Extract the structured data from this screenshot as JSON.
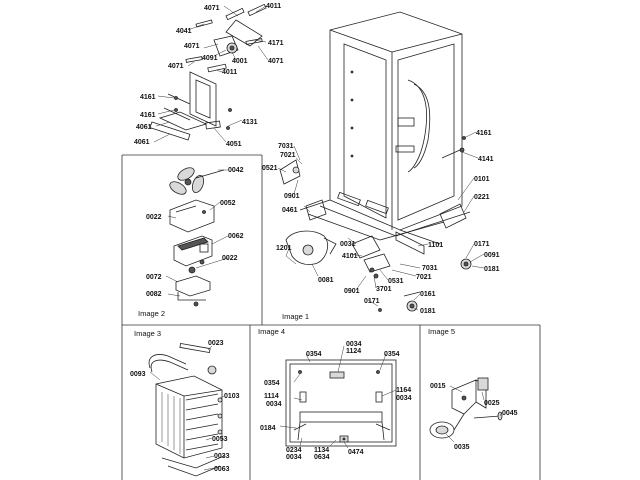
{
  "panels": {
    "image1": "Image 1",
    "image2": "Image 2",
    "image3": "Image 3",
    "image4": "Image 4",
    "image5": "Image 5"
  },
  "callouts": [
    {
      "id": "c4071a",
      "text": "4071"
    },
    {
      "id": "c4011a",
      "text": "4011"
    },
    {
      "id": "c4041",
      "text": "4041"
    },
    {
      "id": "c4171",
      "text": "4171"
    },
    {
      "id": "c4071b",
      "text": "4071"
    },
    {
      "id": "c4091",
      "text": "4091"
    },
    {
      "id": "c4001",
      "text": "4001"
    },
    {
      "id": "c4071c",
      "text": "4071"
    },
    {
      "id": "c4071d",
      "text": "4071"
    },
    {
      "id": "c4011b",
      "text": "4011"
    },
    {
      "id": "c4161a",
      "text": "4161"
    },
    {
      "id": "c4161b",
      "text": "4161"
    },
    {
      "id": "c4131",
      "text": "4131"
    },
    {
      "id": "c4061a",
      "text": "4061"
    },
    {
      "id": "c4061b",
      "text": "4061"
    },
    {
      "id": "c4051",
      "text": "4051"
    },
    {
      "id": "c0042",
      "text": "0042"
    },
    {
      "id": "c0052",
      "text": "0052"
    },
    {
      "id": "c0022a",
      "text": "0022"
    },
    {
      "id": "c0062",
      "text": "0062"
    },
    {
      "id": "c0022b",
      "text": "0022"
    },
    {
      "id": "c0072",
      "text": "0072"
    },
    {
      "id": "c0082",
      "text": "0082"
    },
    {
      "id": "c7031a",
      "text": "7031"
    },
    {
      "id": "c7021a",
      "text": "7021"
    },
    {
      "id": "c0521",
      "text": "0521"
    },
    {
      "id": "c0901a",
      "text": "0901"
    },
    {
      "id": "c0461",
      "text": "0461"
    },
    {
      "id": "c4161c",
      "text": "4161"
    },
    {
      "id": "c4141",
      "text": "4141"
    },
    {
      "id": "c0101",
      "text": "0101"
    },
    {
      "id": "c0221",
      "text": "0221"
    },
    {
      "id": "c1101",
      "text": "1101"
    },
    {
      "id": "c0031",
      "text": "0031"
    },
    {
      "id": "c1201",
      "text": "1201"
    },
    {
      "id": "c4101",
      "text": "4101"
    },
    {
      "id": "c0171a",
      "text": "0171"
    },
    {
      "id": "c0091",
      "text": "0091"
    },
    {
      "id": "c0181a",
      "text": "0181"
    },
    {
      "id": "c7031b",
      "text": "7031"
    },
    {
      "id": "c7021b",
      "text": "7021"
    },
    {
      "id": "c0081",
      "text": "0081"
    },
    {
      "id": "c0531",
      "text": "0531"
    },
    {
      "id": "c0901b",
      "text": "0901"
    },
    {
      "id": "c3701",
      "text": "3701"
    },
    {
      "id": "c0161",
      "text": "0161"
    },
    {
      "id": "c0171b",
      "text": "0171"
    },
    {
      "id": "c0181b",
      "text": "0181"
    },
    {
      "id": "c0023",
      "text": "0023"
    },
    {
      "id": "c0093",
      "text": "0093"
    },
    {
      "id": "c0103",
      "text": "0103"
    },
    {
      "id": "c0053",
      "text": "0053"
    },
    {
      "id": "c0033",
      "text": "0033"
    },
    {
      "id": "c0063",
      "text": "0063"
    },
    {
      "id": "c0354a",
      "text": "0354"
    },
    {
      "id": "c0034a",
      "text": "0034"
    },
    {
      "id": "c1124",
      "text": "1124"
    },
    {
      "id": "c0354b",
      "text": "0354"
    },
    {
      "id": "c0354c",
      "text": "0354"
    },
    {
      "id": "c1114",
      "text": "1114"
    },
    {
      "id": "c0034b",
      "text": "0034"
    },
    {
      "id": "c1164",
      "text": "1164"
    },
    {
      "id": "c0034c",
      "text": "0034"
    },
    {
      "id": "c0184",
      "text": "0184"
    },
    {
      "id": "c0234",
      "text": "0234"
    },
    {
      "id": "c0034d",
      "text": "0034"
    },
    {
      "id": "c1134",
      "text": "1134"
    },
    {
      "id": "c0634",
      "text": "0634"
    },
    {
      "id": "c0474",
      "text": "0474"
    },
    {
      "id": "c0015",
      "text": "0015"
    },
    {
      "id": "c0025",
      "text": "0025"
    },
    {
      "id": "c0045",
      "text": "0045"
    },
    {
      "id": "c0035",
      "text": "0035"
    }
  ]
}
